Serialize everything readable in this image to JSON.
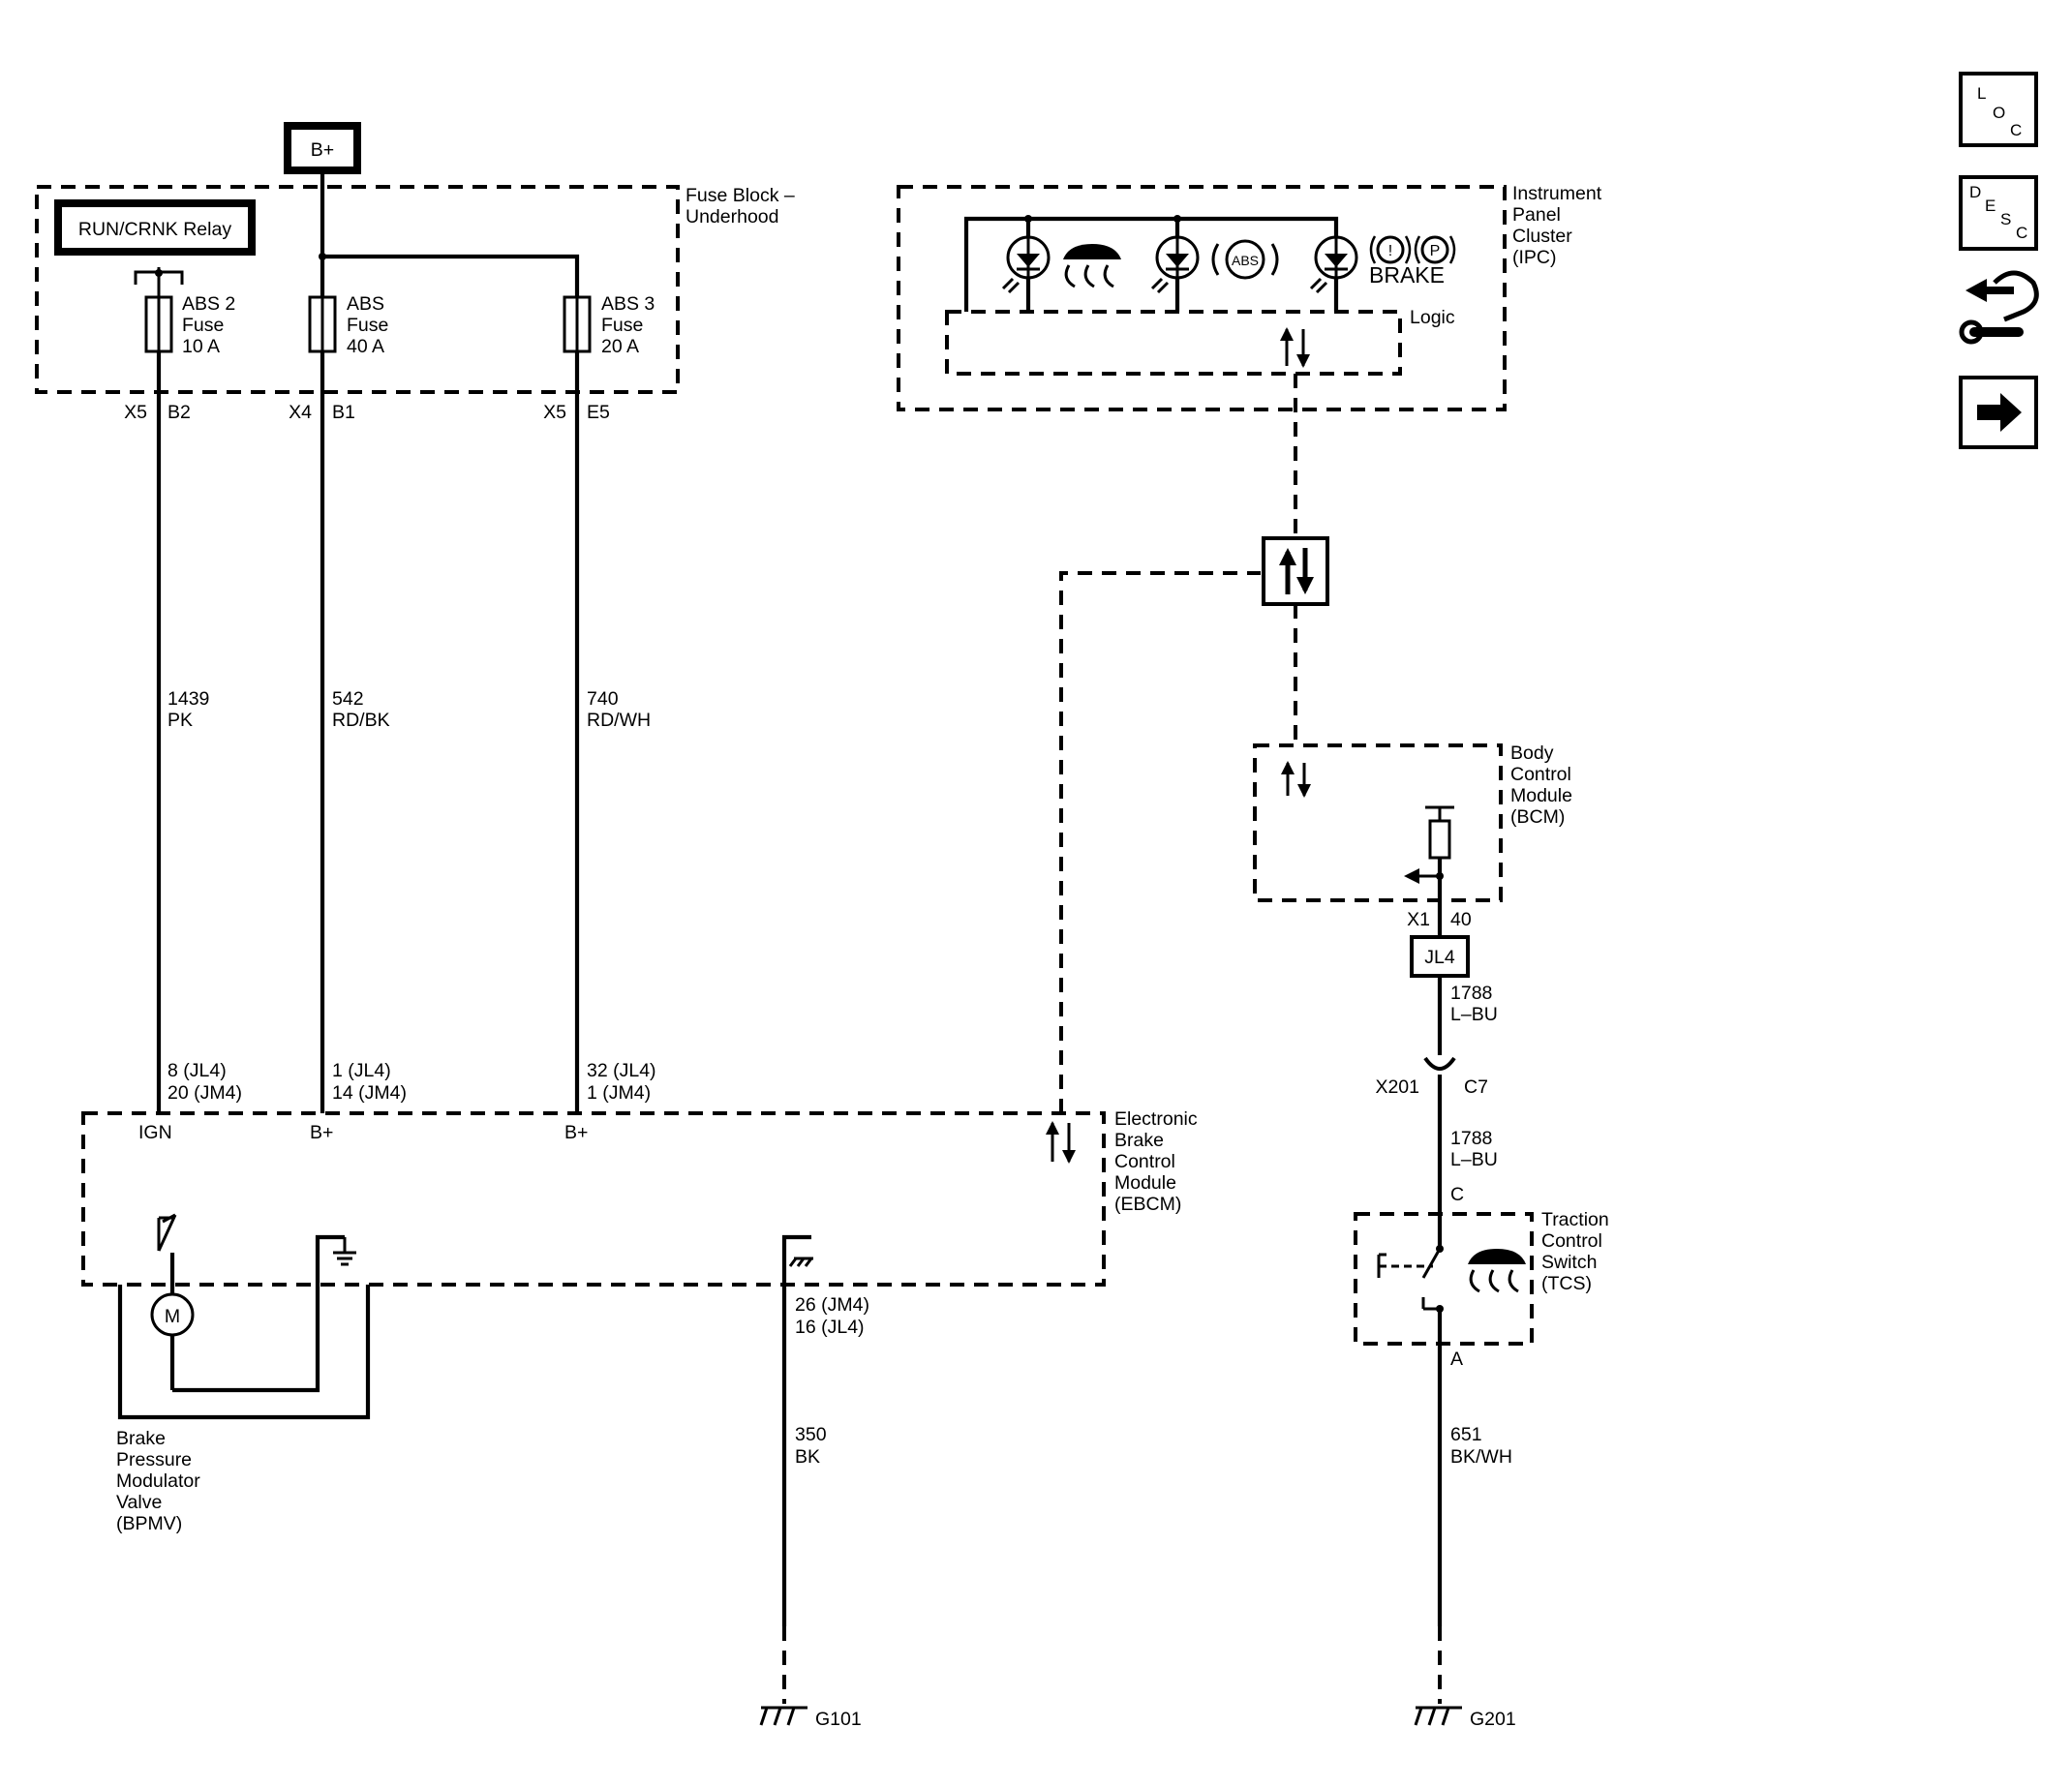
{
  "power": {
    "bplus": "B+"
  },
  "fuse_block": {
    "title_lines": [
      "Fuse Block –",
      "Underhood"
    ],
    "relay": "RUN/CRNK Relay",
    "fuses": [
      {
        "lines": [
          "ABS 2",
          "Fuse",
          "10 A"
        ],
        "connector": "X5",
        "pin": "B2"
      },
      {
        "lines": [
          "ABS",
          "Fuse",
          "40 A"
        ],
        "connector": "X4",
        "pin": "B1"
      },
      {
        "lines": [
          "ABS 3",
          "Fuse",
          "20 A"
        ],
        "connector": "X5",
        "pin": "E5"
      }
    ]
  },
  "wires": [
    {
      "circuit": "1439",
      "color": "PK"
    },
    {
      "circuit": "542",
      "color": "RD/BK"
    },
    {
      "circuit": "740",
      "color": "RD/WH"
    },
    {
      "circuit": "1788",
      "color": "L–BU"
    },
    {
      "circuit": "350",
      "color": "BK"
    },
    {
      "circuit": "651",
      "color": "BK/WH"
    }
  ],
  "ebcm": {
    "title_lines": [
      "Electronic",
      "Brake",
      "Control",
      "Module",
      "(EBCM)"
    ],
    "pins": [
      {
        "top": "8 (JL4)",
        "bottom": "20 (JM4)",
        "name": "IGN"
      },
      {
        "top": "1 (JL4)",
        "bottom": "14 (JM4)",
        "name": "B+"
      },
      {
        "top": "32 (JL4)",
        "bottom": "1 (JM4)",
        "name": "B+"
      }
    ],
    "ground_pins": [
      "26 (JM4)",
      "16 (JL4)"
    ]
  },
  "bpmv": {
    "title_lines": [
      "Brake",
      "Pressure",
      "Modulator",
      "Valve",
      "(BPMV)"
    ],
    "motor": "M"
  },
  "ipc": {
    "title_lines": [
      "Instrument",
      "Panel",
      "Cluster",
      "(IPC)"
    ],
    "logic": "Logic",
    "abs_symbol": "ABS",
    "brake_symbol": "BRAKE",
    "brake_icons": [
      "!",
      "P"
    ]
  },
  "bcm": {
    "title_lines": [
      "Body",
      "Control",
      "Module",
      "(BCM)"
    ],
    "connector": "X1",
    "pin": "40"
  },
  "splice": "JL4",
  "inline_connector": {
    "name": "X201",
    "pin": "C7"
  },
  "tcs": {
    "title_lines": [
      "Traction",
      "Control",
      "Switch",
      "(TCS)"
    ],
    "pin_top": "C",
    "pin_bottom": "A"
  },
  "grounds": [
    "G101",
    "G201"
  ],
  "nav_icons": {
    "loc": [
      "L",
      "O",
      "C"
    ],
    "desc": [
      "D",
      "E",
      "S",
      "C"
    ],
    "icons": [
      "connector-view-icon",
      "next-arrow-icon"
    ]
  }
}
